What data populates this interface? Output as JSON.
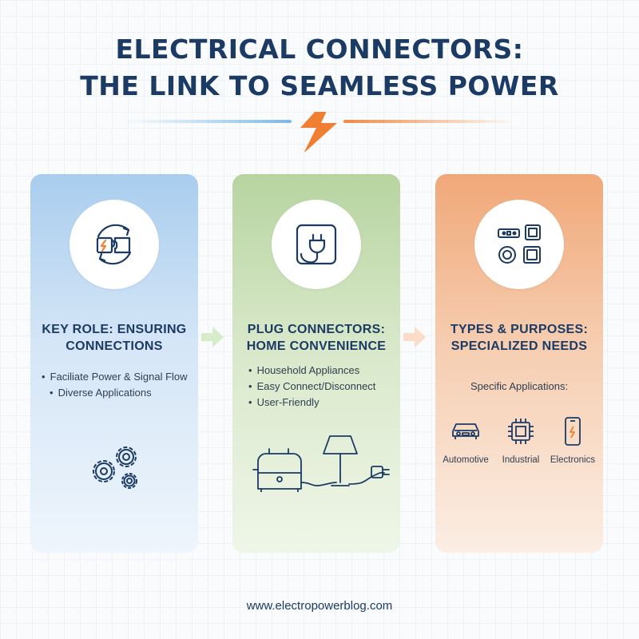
{
  "title": {
    "line1": "ELECTRICAL CONNECTORS:",
    "line2": "THE LINK TO SEAMLESS POWER"
  },
  "colors": {
    "blue_accent": "#8cc4ea",
    "orange_accent": "#f07f32",
    "navy_text": "#1b3a64"
  },
  "panels": [
    {
      "icon": "puzzle-bolt-icon",
      "heading": "KEY ROLE: ENSURING CONNECTIONS",
      "bullets": [
        "Faciliate Power & Signal Flow",
        "Diverse Applications"
      ],
      "illustration": "gears-icon"
    },
    {
      "icon": "wall-outlet-plug-icon",
      "heading": "PLUG CONNECTORS: HOME CONVENIENCE",
      "bullets": [
        "Household Appliances",
        "Easy Connect/Disconnect",
        "User-Friendly"
      ],
      "illustration": "toaster-lamp-plug-icon"
    },
    {
      "icon": "connector-types-icon",
      "heading": "TYPES & PURPOSES: SPECIALIZED NEEDS",
      "subheading": "Specific Applications:",
      "applications": [
        {
          "label": "Automotive",
          "icon": "car-icon"
        },
        {
          "label": "Industrial",
          "icon": "chip-icon"
        },
        {
          "label": "Electronics",
          "icon": "phone-icon"
        }
      ]
    }
  ],
  "footer": "www.electropowerblog.com"
}
